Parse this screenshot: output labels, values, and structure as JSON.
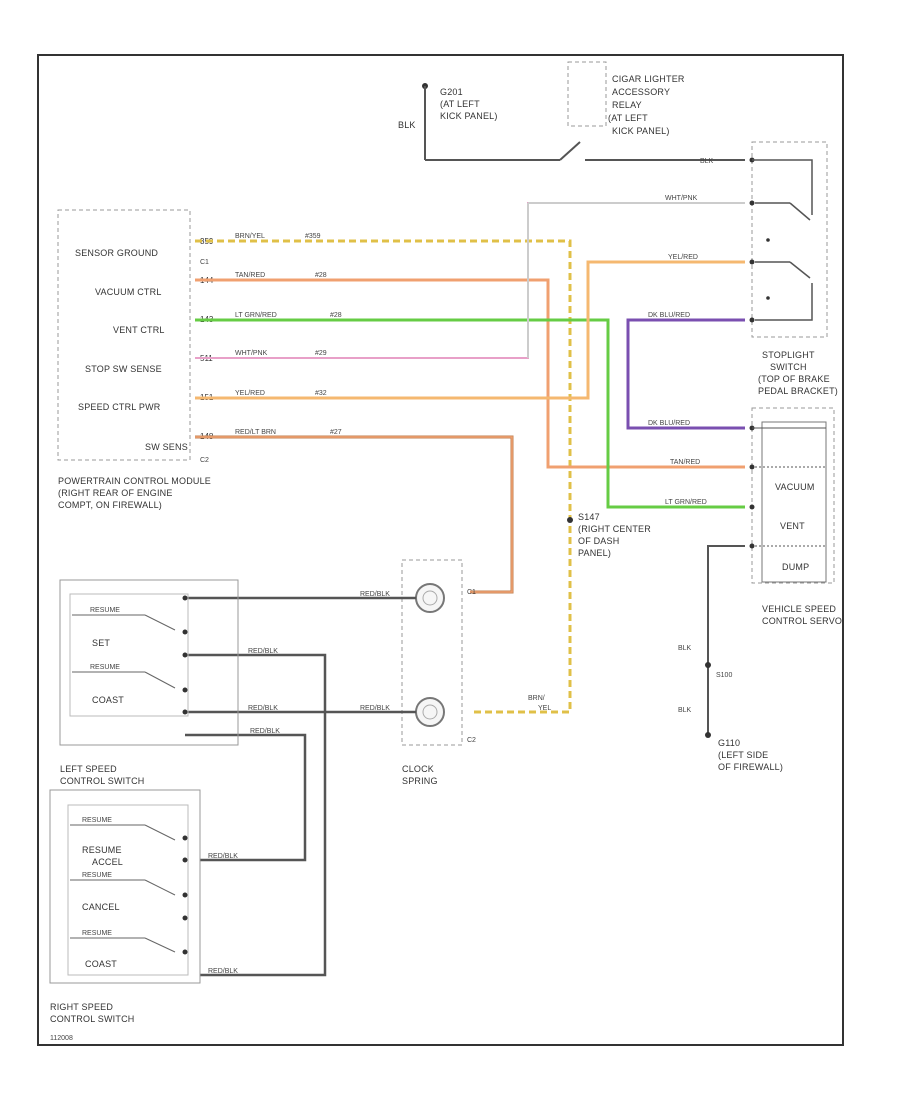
{
  "colors": {
    "frame": "#333333",
    "wire_blk": "#333333",
    "wire_brn_yel": "#e0c048",
    "wire_tan_red": "#f0a070",
    "wire_lt_grn_red": "#66cc44",
    "wire_wht_pnk": "#e8a0c8",
    "wire_yel_red": "#f5b870",
    "wire_red_lt_blu": "#c08050",
    "wire_dk_blu_red": "#7a4fb0",
    "wire_wht_lt_gray": "#cccccc"
  },
  "ground_g201": {
    "id": "G201",
    "desc": [
      "(AT LEFT",
      "KICK PANEL)"
    ]
  },
  "lighter_relay": {
    "lines": [
      "CIGAR LIGHTER",
      "ACCESSORY",
      "RELAY",
      "(AT LEFT",
      "KICK PANEL)"
    ]
  },
  "pcm": {
    "pins": [
      "SENSOR GROUND",
      "VACUUM CTRL",
      "VENT CTRL",
      "STOP SW SENSE",
      "SPEED CTRL PWR",
      "SW SENS"
    ],
    "wire_numbers": [
      "359",
      "144",
      "143",
      "511",
      "151",
      "148"
    ],
    "connectors": {
      "c1": "C1",
      "c2": "C2"
    },
    "caption": [
      "POWERTRAIN CONTROL MODULE",
      "(RIGHT REAR OF ENGINE",
      "COMPT, ON FIREWALL)"
    ]
  },
  "wires": {
    "brn_yel": {
      "color": "BRN/YEL",
      "circuit": "#359"
    },
    "tan_red": {
      "color": "TAN/RED",
      "circuit": "#28"
    },
    "lt_grn_red": {
      "color": "LT GRN/RED",
      "circuit": "#28"
    },
    "wht_pnk": {
      "color": "WHT/PNK",
      "circuit": "#29"
    },
    "yel_red": {
      "color": "YEL/RED",
      "circuit": "#32"
    },
    "red_lt_blu": {
      "color": "RED/LT BRN",
      "circuit": "#27"
    },
    "wht_lt_gray": "WHT/PNK",
    "dk_blu_red_1": "DK BLU/RED",
    "dk_blu_red_2": "DK BLU/RED",
    "tan_red_servo": "TAN/RED",
    "lt_grn_red_servo": "LT GRN/RED",
    "yel_red_top": "YEL/RED",
    "blk_top": "BLK",
    "blk_g201": "BLK",
    "blk_g110_a": "BLK",
    "blk_g110_b": "BLK",
    "brn_yel_bottom": [
      "BRN/",
      "YEL"
    ],
    "blk_switch": [
      "RED/BLK",
      "RED/BLK",
      "RED/BLK",
      "RED/BLK",
      "RED/BLK",
      "RED/BLK",
      "RED/BLK"
    ]
  },
  "stoplight": {
    "caption": [
      "STOPLIGHT",
      "SWITCH",
      "(TOP OF BRAKE",
      "PEDAL BRACKET)"
    ]
  },
  "servo": {
    "labels": [
      "VACUUM",
      "VENT",
      "DUMP"
    ],
    "caption": [
      "VEHICLE SPEED",
      "CONTROL SERVO"
    ]
  },
  "s147": {
    "id": "S147",
    "desc": [
      "(RIGHT CENTER",
      "OF DASH",
      "PANEL)"
    ]
  },
  "clock_spring": {
    "caption": [
      "CLOCK",
      "SPRING"
    ],
    "connectors": {
      "c1": "C1",
      "c2": "C2"
    }
  },
  "g110": {
    "splice": "S100",
    "id": "G110",
    "desc": [
      "(LEFT SIDE",
      "OF FIREWALL)"
    ]
  },
  "left_switch": {
    "switches": [
      "SET",
      "COAST"
    ],
    "indicators": [
      "RESUME",
      "RESUME"
    ],
    "caption": [
      "LEFT SPEED",
      "CONTROL SWITCH"
    ]
  },
  "right_switch": {
    "switches": [
      "RESUME",
      "ACCEL",
      "CANCEL",
      "COAST"
    ],
    "indicators": [
      "RESUME",
      "RESUME",
      "RESUME"
    ],
    "caption": [
      "RIGHT SPEED",
      "CONTROL SWITCH"
    ]
  },
  "footer": "112008"
}
